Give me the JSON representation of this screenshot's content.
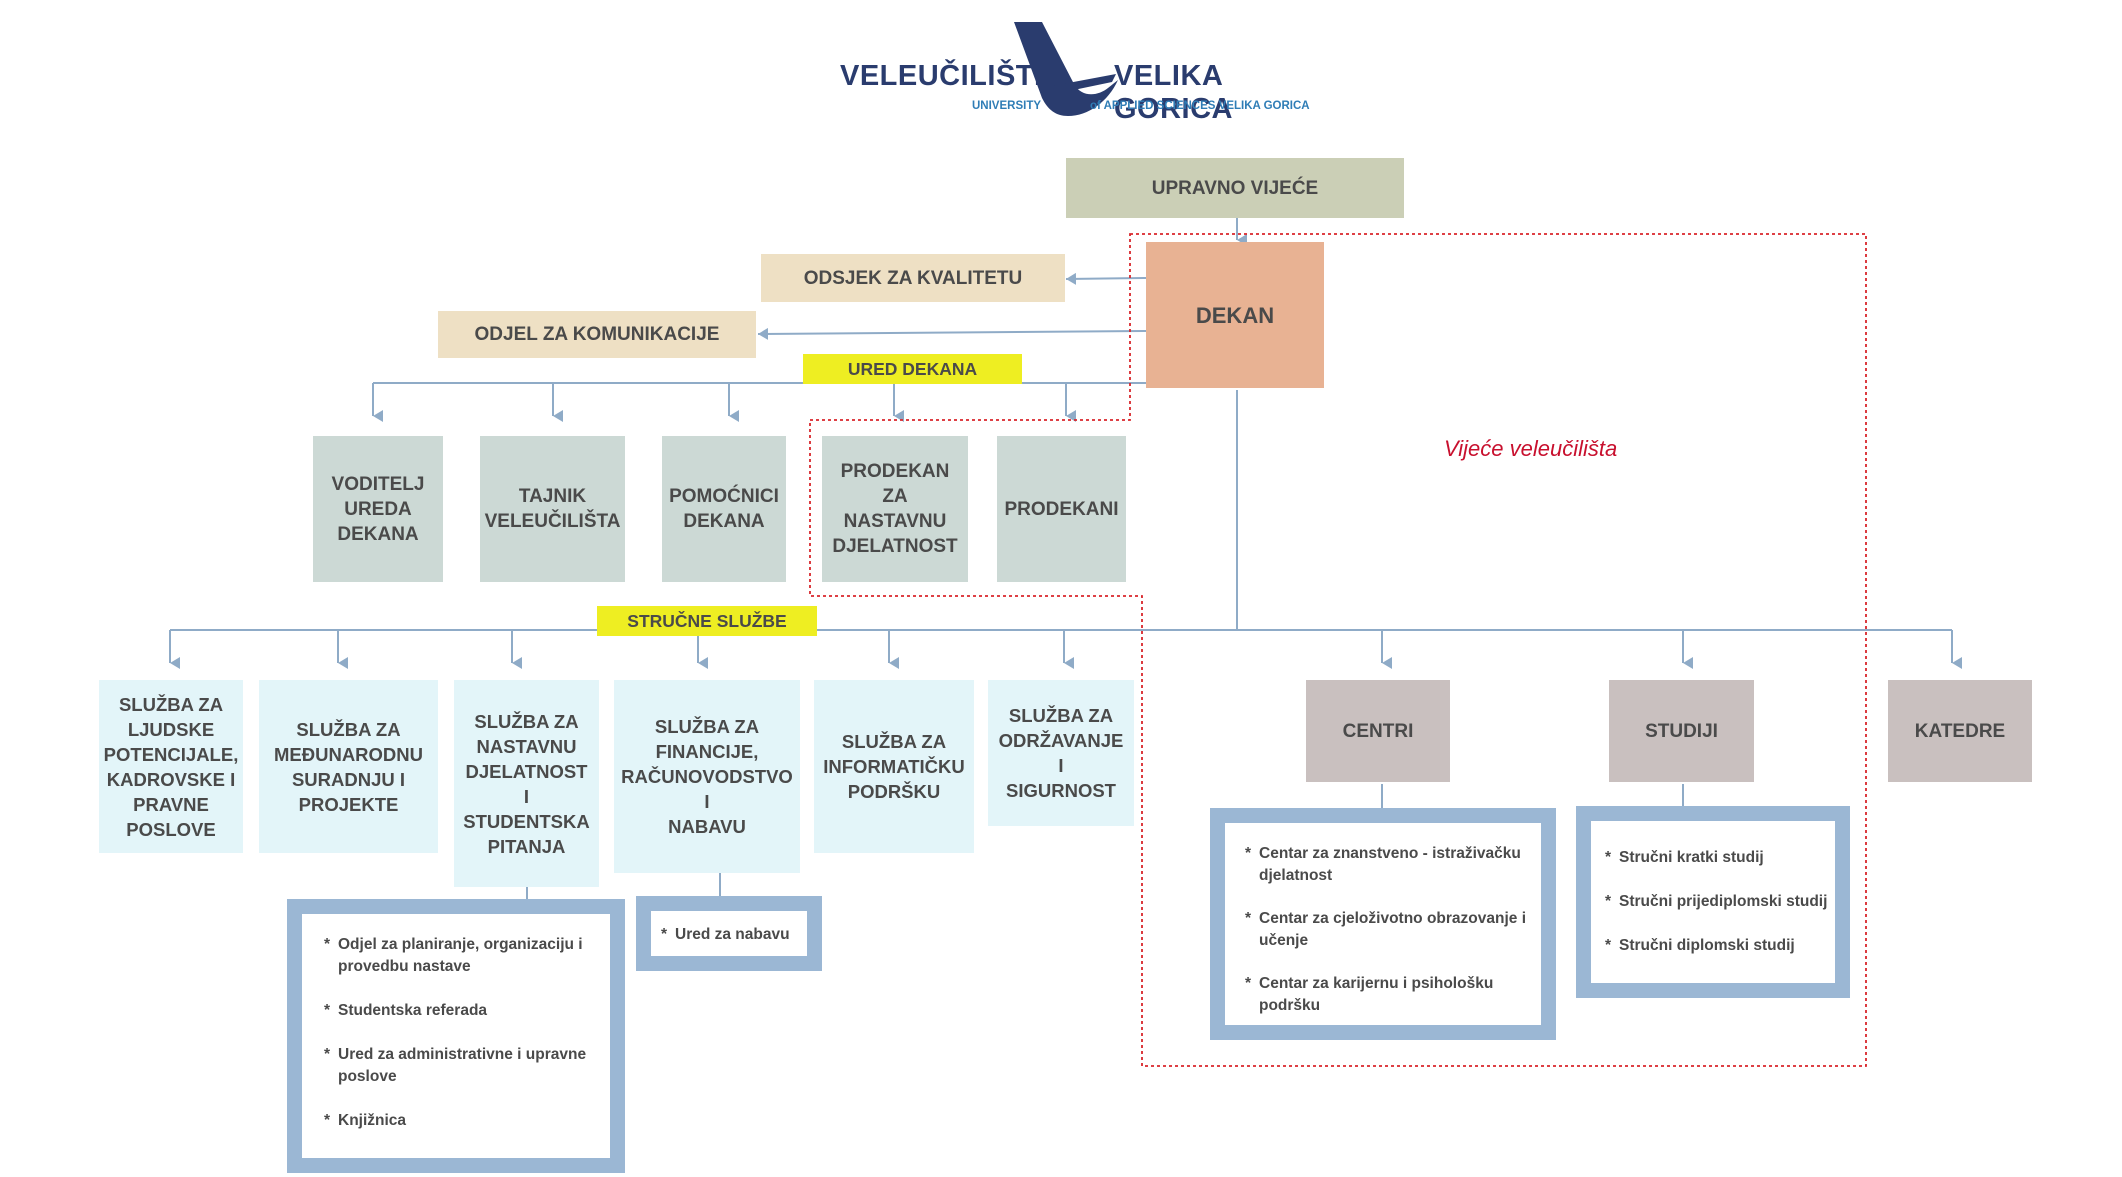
{
  "logo": {
    "word_left": "VELEUČILIŠTE",
    "word_right": "VELIKA GORICA",
    "sub_left": "UNIVERSITY",
    "sub_right": "of APPLIED SCIENCES VELIKA GORICA"
  },
  "nodes": {
    "upravno_vijece": "UPRAVNO VIJEĆE",
    "dekan": "DEKAN",
    "odsjek_kvalitetu": "ODSJEK ZA KVALITETU",
    "odjel_komunikacije": "ODJEL ZA KOMUNIKACIJE",
    "ured_dekana": "URED DEKANA",
    "voditelj": "VODITELJ\nUREDA\nDEKANA",
    "tajnik": "TAJNIK\nVELEUČILIŠTA",
    "pomocnici": "POMOĆNICI\nDEKANA",
    "prodekan_nastava": "PRODEKAN ZA\nNASTAVNU\nDJELATNOST",
    "prodekani": "PRODEKANI",
    "strucne_sluzbe": "STRUČNE SLUŽBE",
    "s_ljudske": "SLUŽBA ZA\nLJUDSKE\nPOTENCIJALE,\nKADROVSKE I\nPRAVNE\nPOSLOVE",
    "s_medunarodnu": "SLUŽBA ZA\nMEĐUNARODNU\nSURADNJU I\nPROJEKTE",
    "s_nastavnu": "SLUŽBA ZA\nNASTAVNU\nDJELATNOST I\nSTUDENTSKA\nPITANJA",
    "s_financije": "SLUŽBA ZA\nFINANCIJE,\nRAČUNOVODSTVO I\nNABAVU",
    "s_informaticku": "SLUŽBA ZA\nINFORMATIČKU\nPODRŠKU",
    "s_odrzavanje": "SLUŽBA ZA\nODRŽAVANJE I\nSIGURNOST",
    "centri": "CENTRI",
    "studiji": "STUDIJI",
    "katedre": "KATEDRE"
  },
  "vijece_label": "Vijeće veleučilišta",
  "panels": {
    "nastava": [
      "Odjel za planiranje, organizaciju i provedbu nastave",
      "Studentska referada",
      "Ured za administrativne i upravne poslove",
      "Knjižnica"
    ],
    "nabava": [
      "Ured za nabavu"
    ],
    "centri": [
      "Centar za znanstveno - istraživačku djelatnost",
      "Centar za cjeloživotno obrazovanje i učenje",
      "Centar za karijernu i psihološku podršku"
    ],
    "studiji": [
      "Stručni kratki studij",
      "Stručni prijediplomski studij",
      "Stručni diplomski studij"
    ]
  },
  "colors": {
    "connector": "#8fabc7",
    "dashed_border": "#d9262b"
  }
}
